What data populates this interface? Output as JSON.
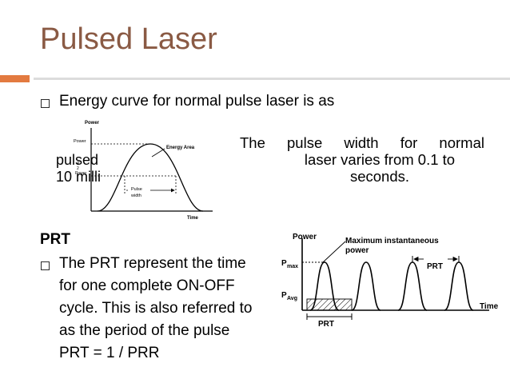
{
  "slide": {
    "title": "Pulsed Laser",
    "bullet1": "Energy curve for normal pulse laser is as",
    "pulse_width_text": {
      "line1_words": [
        "The",
        "pulse",
        "width",
        "for",
        "normal"
      ],
      "line2": "laser varies from 0.1 to",
      "line3": "seconds."
    },
    "overflow_word1": "pulsed",
    "overflow_word2": "10 milli",
    "prt_heading": "PRT",
    "prt_bullet_lines": [
      "The PRT represent the time",
      "for one complete ON-OFF",
      "cycle. This is also referred to",
      "as the period of the pulse",
      "PRT = 1 / PRR"
    ]
  },
  "figure1": {
    "y_axis": "Power",
    "peak_label": "Power",
    "half_label_num": "P",
    "half_label_den": "2",
    "half_label_word": "Power",
    "curve_label": "Energy Area",
    "width_label_1": "Pulse",
    "width_label_2": "width",
    "x_axis": "Time"
  },
  "figure2": {
    "y_axis": "Power",
    "annotation_1": "Maximum instantaneous",
    "annotation_2": "power",
    "pmax_P": "P",
    "pmax_sub": "max",
    "pavg_P": "P",
    "pavg_sub": "Avg",
    "prt_top": "PRT",
    "prt_bottom": "PRT",
    "x_axis": "Time"
  },
  "colors": {
    "title": "#8a5a44",
    "accent_orange": "#e37a40",
    "rule_grey": "#dcdcdc"
  }
}
